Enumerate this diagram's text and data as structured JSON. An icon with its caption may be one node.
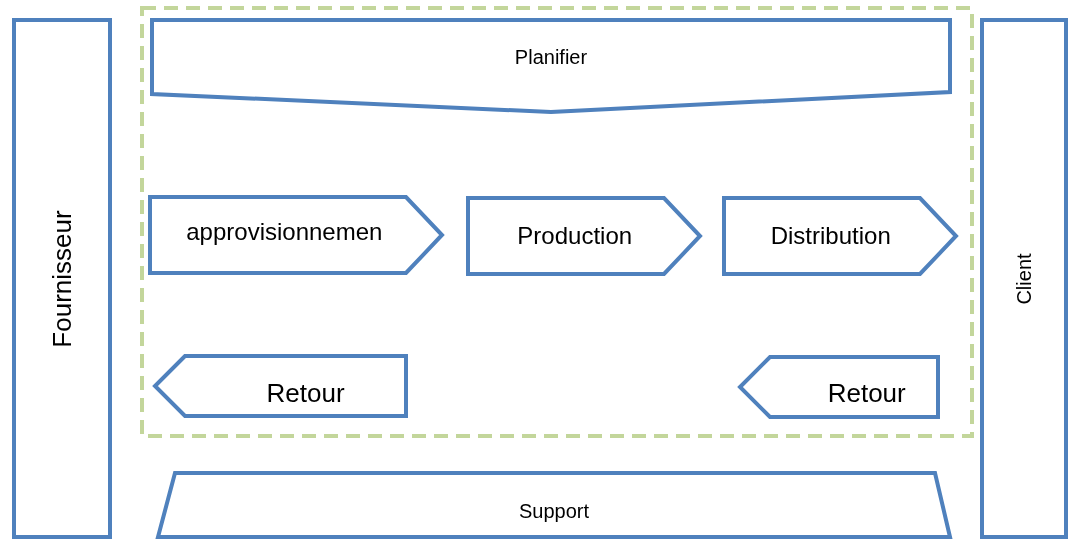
{
  "diagram": {
    "nodes": [
      {
        "text": [
          "Fournisseur"
        ]
      },
      {
        "text": [],
        "shape": "box"
      },
      {
        "text": [
          "Planifier"
        ],
        "in": 1
      },
      {
        "text": [
          "approvisionnemen"
        ],
        "in": 1
      },
      {
        "text": [
          "Production"
        ],
        "in": 1
      },
      {
        "text": [
          "Distribution"
        ],
        "in": 1
      },
      {
        "text": [
          "Retour"
        ],
        "in": 1
      },
      {
        "text": [
          "Retour"
        ],
        "in": 1
      },
      {
        "text": [
          "Client"
        ]
      },
      {
        "text": [
          "Support"
        ]
      }
    ]
  }
}
